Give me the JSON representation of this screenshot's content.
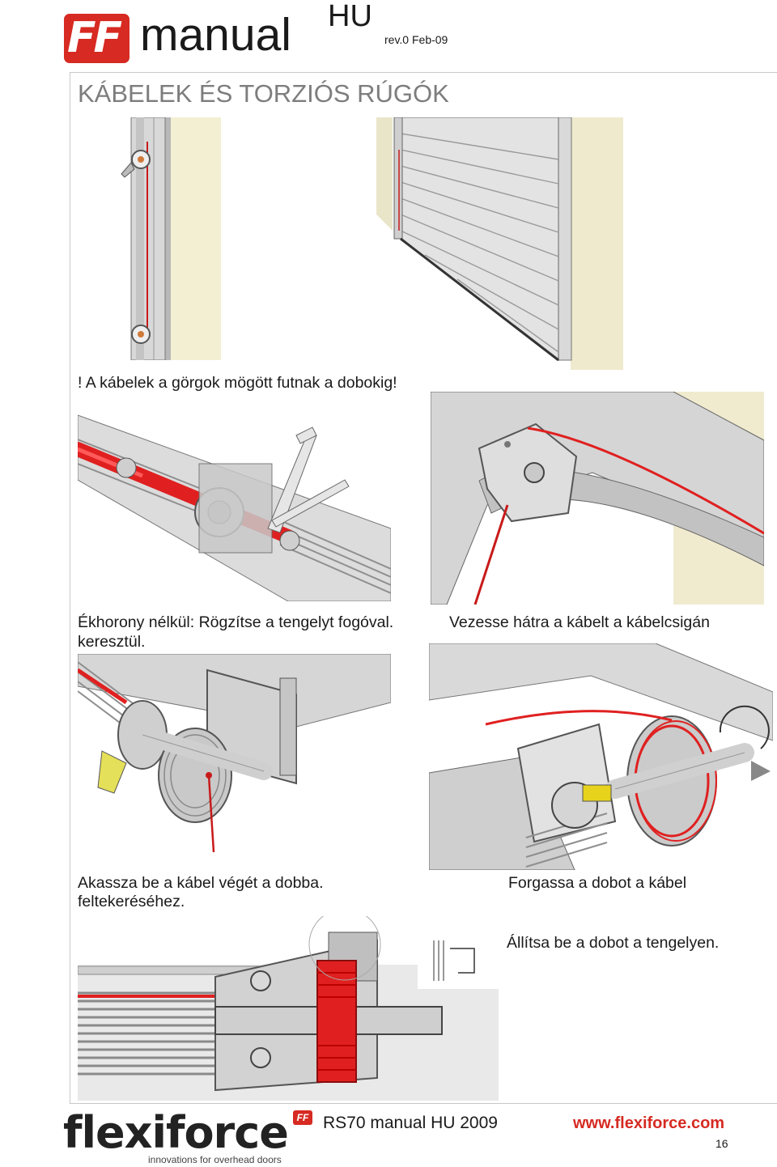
{
  "header": {
    "logo_text": "FF",
    "manual": "manual",
    "lang": "HU",
    "revision": "rev.0 Feb-09"
  },
  "title": "KÁBELEK ÉS TORZIÓS RÚGÓK",
  "captions": {
    "c1": "! A kábelek a görgok mögött futnak a dobokig!",
    "c2a": "Ékhorony nélkül: Rögzítse a tengelyt fogóval.",
    "c2b": "keresztül.",
    "c3": "Vezesse hátra a kábelt a kábelcsigán",
    "c4a": "Akassza be a kábel végét a dobba.",
    "c4b": "feltekeréséhez.",
    "c5": "Forgassa a dobot a kábel",
    "c6": "Állítsa be a dobot a tengelyen."
  },
  "footer": {
    "brand": "flexiforce",
    "brand_badge": "FF",
    "tagline": "innovations for overhead doors",
    "doc": "RS70 manual HU 2009",
    "website": "www.flexiforce.com",
    "page": "16"
  },
  "colors": {
    "brand_red": "#d62a22",
    "cable_red": "#e02020",
    "title_grey": "#7d7d7d"
  }
}
